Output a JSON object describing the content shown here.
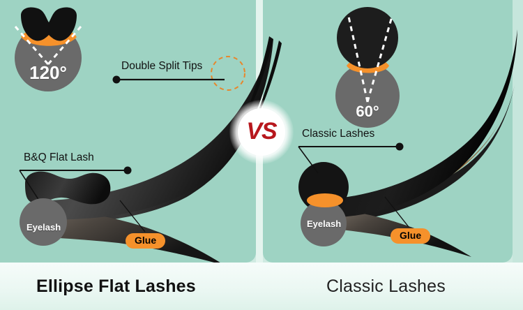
{
  "colors": {
    "panel_teal": "#9ed3c3",
    "plate_teal": "#cfeae1",
    "divider": "#e4f4ee",
    "lash_black": "#141414",
    "glue_orange": "#f5912b",
    "eyelash_grey": "#6a6a6a",
    "vs_red": "#b7171d",
    "dash_white": "#ffffff",
    "dash_orange": "#e8862a"
  },
  "center": {
    "vs_label": "VS"
  },
  "left_panel": {
    "caption": "Ellipse Flat Lashes",
    "angle": {
      "value": "120°",
      "shape": "ellipse-flat-bowtie-cross-section"
    },
    "callouts": {
      "split_tips": "Double Split Tips",
      "lash_name": "B&Q Flat Lash"
    },
    "tags": {
      "eyelash": "Eyelash",
      "glue": "Glue"
    }
  },
  "right_panel": {
    "caption": "Classic Lashes",
    "angle": {
      "value": "60°",
      "shape": "round-classic-cross-section"
    },
    "callouts": {
      "lash_name": "Classic Lashes"
    },
    "tags": {
      "eyelash": "Eyelash",
      "glue": "Glue"
    }
  }
}
